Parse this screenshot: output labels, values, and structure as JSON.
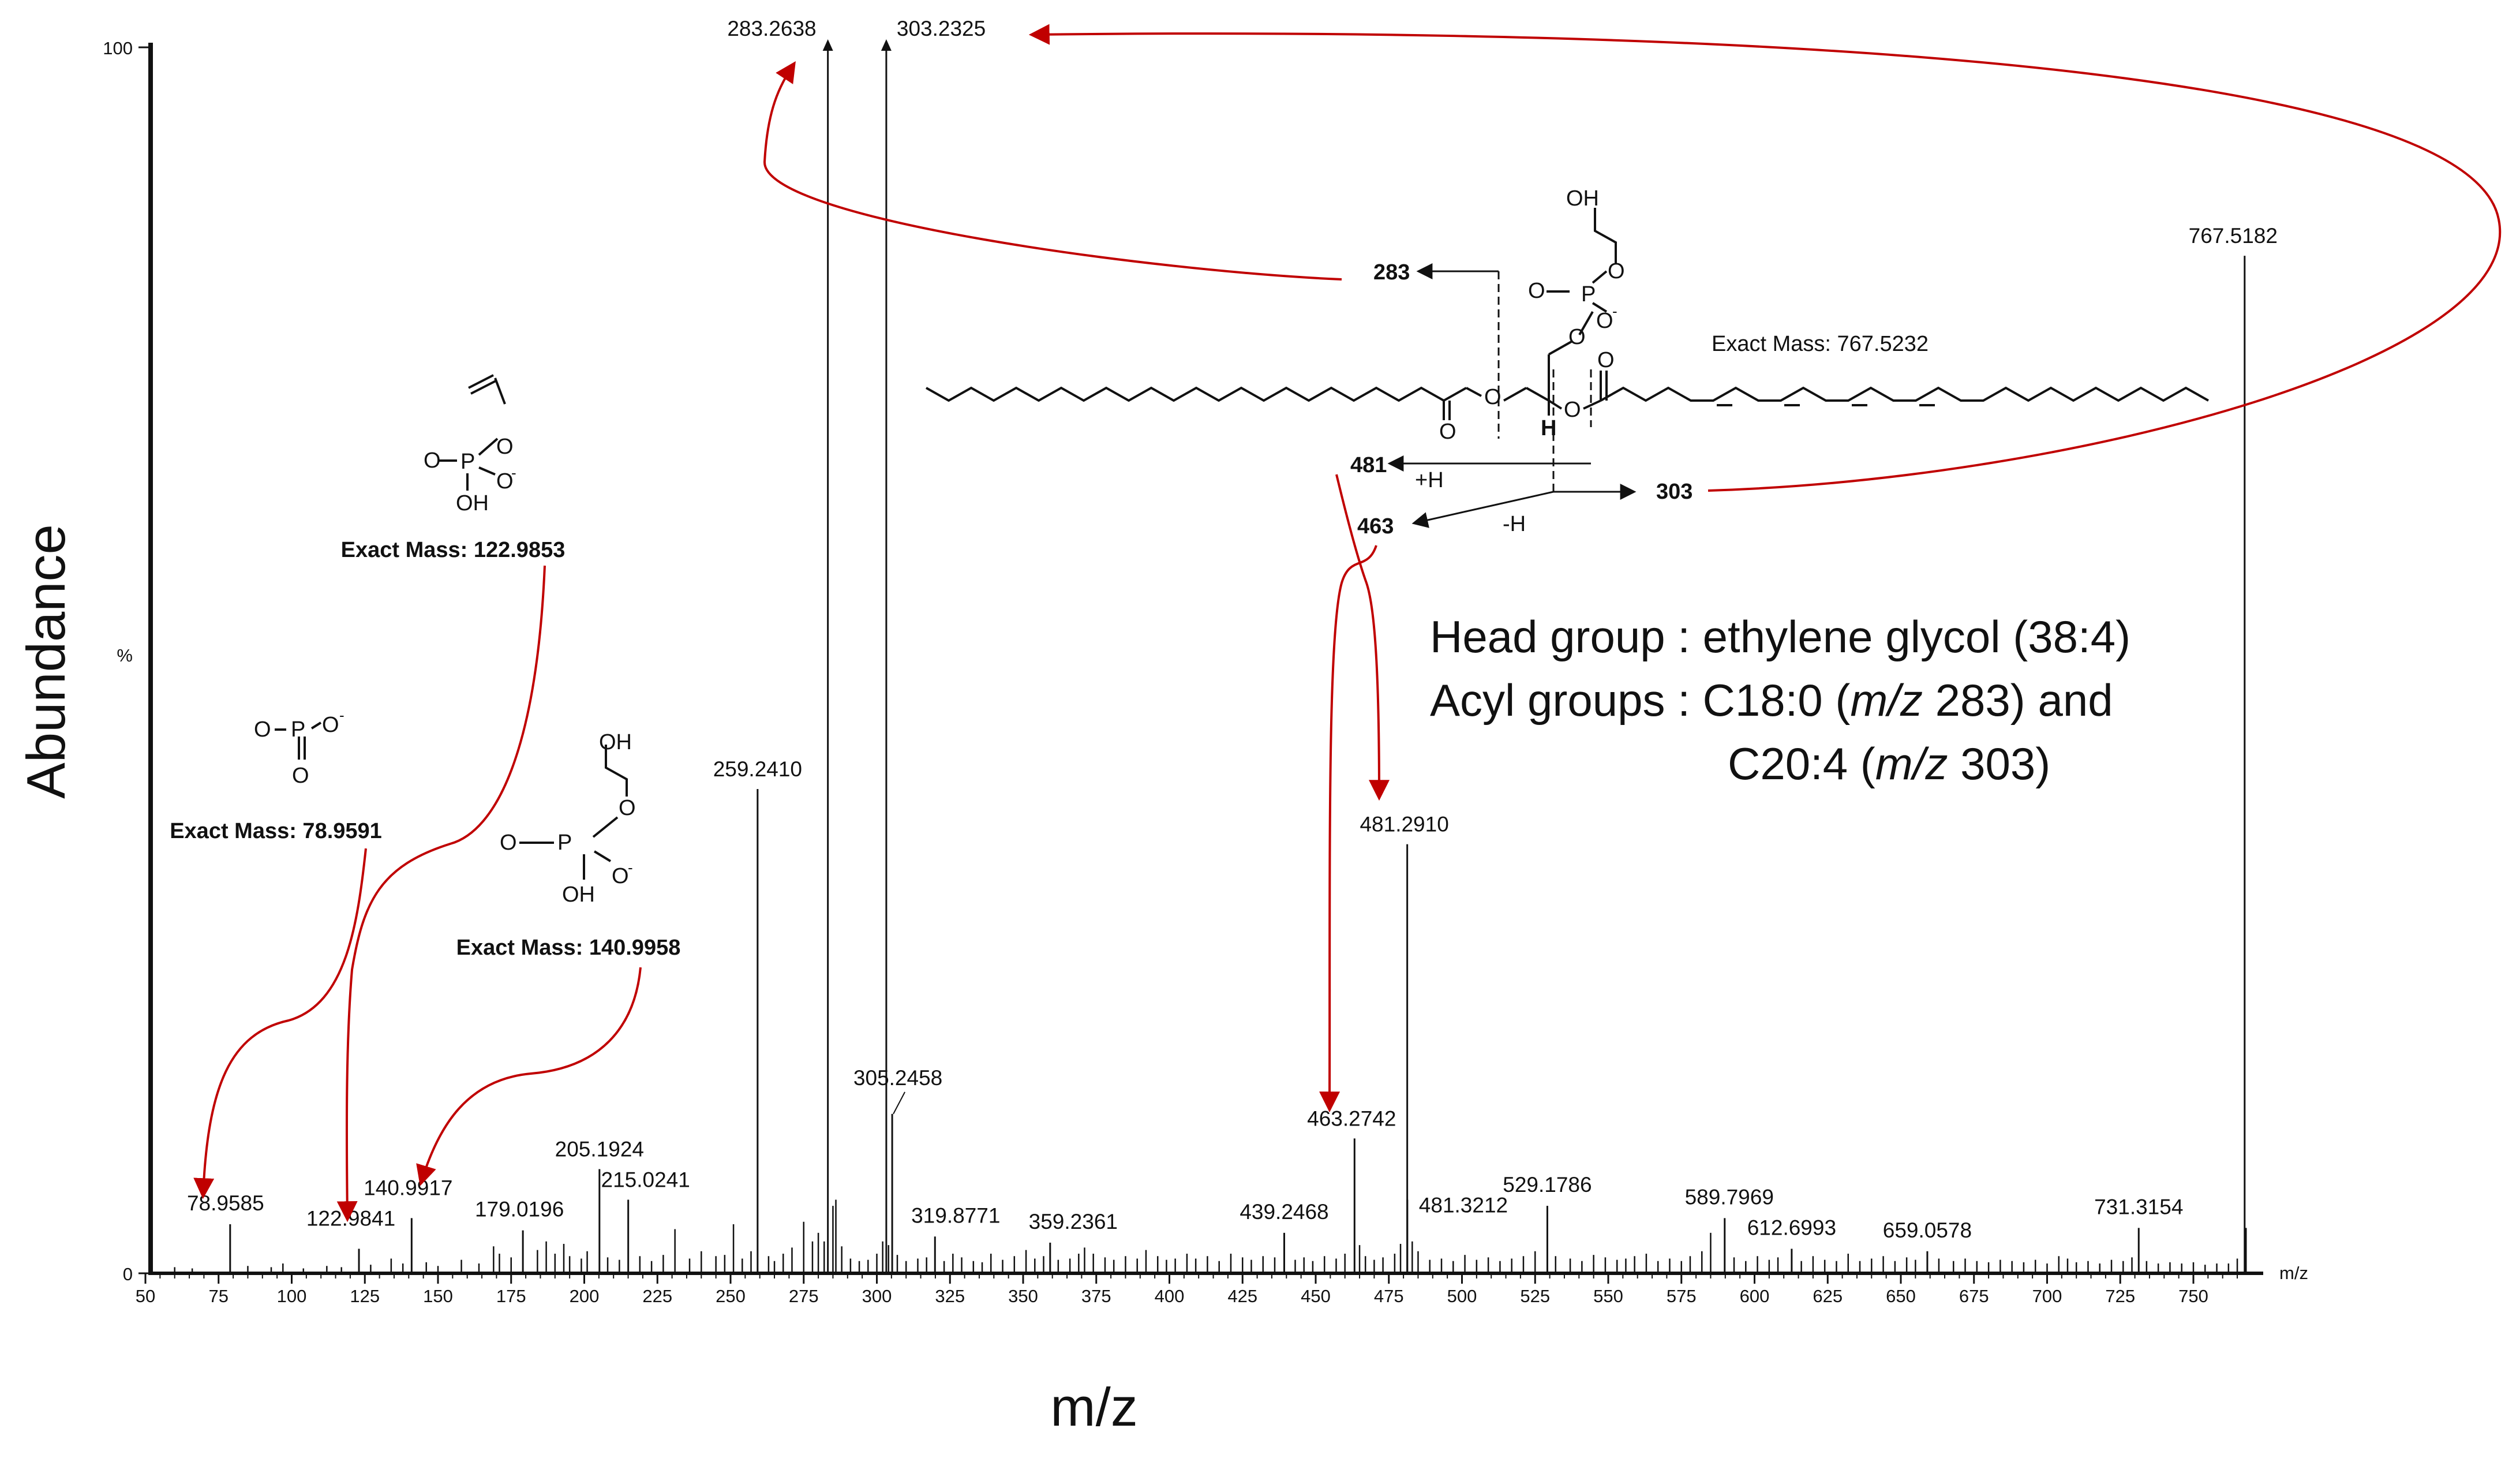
{
  "chart_data": {
    "type": "bar",
    "xlabel": "m/z",
    "ylabel": "Abundance",
    "y_axis_unit": "%",
    "x_axis_unit_label": "m/z",
    "xlim": [
      50,
      770
    ],
    "ylim": [
      0,
      100
    ],
    "x_ticks": [
      "50",
      "75",
      "100",
      "125",
      "150",
      "175",
      "200",
      "225",
      "250",
      "275",
      "300",
      "325",
      "350",
      "375",
      "400",
      "425",
      "450",
      "475",
      "500",
      "525",
      "550",
      "575",
      "600",
      "625",
      "650",
      "675",
      "700",
      "725",
      "750"
    ],
    "y_ticks": [
      "0",
      "100"
    ],
    "labeled_peaks": [
      {
        "mz": 78.9585,
        "label": "78.9585",
        "abundance": 4
      },
      {
        "mz": 122.9841,
        "label": "122.9841",
        "abundance": 2
      },
      {
        "mz": 140.9917,
        "label": "140.9917",
        "abundance": 4.5
      },
      {
        "mz": 179.0196,
        "label": "179.0196",
        "abundance": 3.5
      },
      {
        "mz": 205.1924,
        "label": "205.1924",
        "abundance": 8.5
      },
      {
        "mz": 215.0241,
        "label": "215.0241",
        "abundance": 6
      },
      {
        "mz": 259.241,
        "label": "259.2410",
        "abundance": 39.5
      },
      {
        "mz": 283.2638,
        "label": "283.2638",
        "abundance": 100
      },
      {
        "mz": 303.2325,
        "label": "303.2325",
        "abundance": 100
      },
      {
        "mz": 305.2458,
        "label": "305.2458",
        "abundance": 13
      },
      {
        "mz": 319.8771,
        "label": "319.8771",
        "abundance": 3
      },
      {
        "mz": 359.2361,
        "label": "359.2361",
        "abundance": 2.5
      },
      {
        "mz": 439.2468,
        "label": "439.2468",
        "abundance": 3.3
      },
      {
        "mz": 463.2742,
        "label": "463.2742",
        "abundance": 11
      },
      {
        "mz": 481.291,
        "label": "481.2910",
        "abundance": 35
      },
      {
        "mz": 481.3212,
        "label": "481.3212",
        "abundance": 6
      },
      {
        "mz": 529.1786,
        "label": "529.1786",
        "abundance": 5.5
      },
      {
        "mz": 589.7969,
        "label": "589.7969",
        "abundance": 4.5
      },
      {
        "mz": 612.6993,
        "label": "612.6993",
        "abundance": 2
      },
      {
        "mz": 659.0578,
        "label": "659.0578",
        "abundance": 1.8
      },
      {
        "mz": 731.3154,
        "label": "731.3154",
        "abundance": 3.7
      },
      {
        "mz": 767.5182,
        "label": "767.5182",
        "abundance": 83
      }
    ],
    "minor_peaks": [
      [
        60,
        0.5
      ],
      [
        66,
        0.4
      ],
      [
        85,
        0.6
      ],
      [
        93,
        0.5
      ],
      [
        97,
        0.8
      ],
      [
        104,
        0.4
      ],
      [
        112,
        0.6
      ],
      [
        117,
        0.5
      ],
      [
        127,
        0.7
      ],
      [
        134,
        1.2
      ],
      [
        138,
        0.8
      ],
      [
        146,
        0.9
      ],
      [
        150,
        0.6
      ],
      [
        158,
        1.1
      ],
      [
        164,
        0.8
      ],
      [
        169,
        2.2
      ],
      [
        171,
        1.6
      ],
      [
        175,
        1.3
      ],
      [
        184,
        1.9
      ],
      [
        187,
        2.6
      ],
      [
        190,
        1.6
      ],
      [
        193,
        2.4
      ],
      [
        195,
        1.4
      ],
      [
        199,
        1.2
      ],
      [
        201,
        1.8
      ],
      [
        208,
        1.3
      ],
      [
        212,
        1.1
      ],
      [
        219,
        1.4
      ],
      [
        223,
        1.0
      ],
      [
        227,
        1.5
      ],
      [
        231,
        3.6
      ],
      [
        236,
        1.2
      ],
      [
        240,
        1.8
      ],
      [
        245,
        1.4
      ],
      [
        248,
        1.5
      ],
      [
        251,
        4.0
      ],
      [
        254,
        1.2
      ],
      [
        257,
        1.8
      ],
      [
        263,
        1.4
      ],
      [
        265,
        1.0
      ],
      [
        268,
        1.6
      ],
      [
        271,
        2.1
      ],
      [
        275,
        4.2
      ],
      [
        278,
        2.6
      ],
      [
        280,
        3.3
      ],
      [
        282,
        2.6
      ],
      [
        285,
        5.5
      ],
      [
        286,
        6.0
      ],
      [
        288,
        2.2
      ],
      [
        291,
        1.2
      ],
      [
        294,
        1.0
      ],
      [
        297,
        1.1
      ],
      [
        300,
        1.6
      ],
      [
        302,
        2.6
      ],
      [
        304,
        2.3
      ],
      [
        307,
        1.5
      ],
      [
        310,
        1.0
      ],
      [
        314,
        1.2
      ],
      [
        317,
        1.3
      ],
      [
        323,
        1.0
      ],
      [
        326,
        1.6
      ],
      [
        329,
        1.3
      ],
      [
        333,
        1.0
      ],
      [
        336,
        0.9
      ],
      [
        339,
        1.6
      ],
      [
        343,
        1.1
      ],
      [
        347,
        1.4
      ],
      [
        351,
        1.9
      ],
      [
        354,
        1.2
      ],
      [
        357,
        1.4
      ],
      [
        362,
        1.1
      ],
      [
        366,
        1.2
      ],
      [
        369,
        1.6
      ],
      [
        371,
        2.1
      ],
      [
        374,
        1.6
      ],
      [
        378,
        1.3
      ],
      [
        381,
        1.1
      ],
      [
        385,
        1.4
      ],
      [
        389,
        1.2
      ],
      [
        392,
        1.9
      ],
      [
        396,
        1.4
      ],
      [
        399,
        1.1
      ],
      [
        402,
        1.2
      ],
      [
        406,
        1.6
      ],
      [
        409,
        1.2
      ],
      [
        413,
        1.4
      ],
      [
        417,
        1.0
      ],
      [
        421,
        1.6
      ],
      [
        425,
        1.3
      ],
      [
        428,
        1.1
      ],
      [
        432,
        1.4
      ],
      [
        436,
        1.3
      ],
      [
        443,
        1.1
      ],
      [
        446,
        1.3
      ],
      [
        449,
        1.0
      ],
      [
        453,
        1.4
      ],
      [
        457,
        1.2
      ],
      [
        460,
        1.6
      ],
      [
        465,
        2.3
      ],
      [
        467,
        1.4
      ],
      [
        470,
        1.1
      ],
      [
        473,
        1.3
      ],
      [
        477,
        1.6
      ],
      [
        479,
        2.4
      ],
      [
        483,
        2.6
      ],
      [
        485,
        1.8
      ],
      [
        489,
        1.1
      ],
      [
        493,
        1.2
      ],
      [
        497,
        1.0
      ],
      [
        501,
        1.5
      ],
      [
        505,
        1.1
      ],
      [
        509,
        1.3
      ],
      [
        513,
        1.0
      ],
      [
        517,
        1.2
      ],
      [
        521,
        1.4
      ],
      [
        525,
        1.8
      ],
      [
        532,
        1.4
      ],
      [
        537,
        1.2
      ],
      [
        541,
        1.0
      ],
      [
        545,
        1.5
      ],
      [
        549,
        1.3
      ],
      [
        553,
        1.1
      ],
      [
        556,
        1.2
      ],
      [
        559,
        1.4
      ],
      [
        563,
        1.6
      ],
      [
        567,
        1.0
      ],
      [
        571,
        1.2
      ],
      [
        575,
        1.0
      ],
      [
        578,
        1.4
      ],
      [
        582,
        1.8
      ],
      [
        585,
        3.3
      ],
      [
        593,
        1.3
      ],
      [
        597,
        1.0
      ],
      [
        601,
        1.4
      ],
      [
        605,
        1.1
      ],
      [
        608,
        1.3
      ],
      [
        616,
        1.0
      ],
      [
        620,
        1.4
      ],
      [
        624,
        1.1
      ],
      [
        628,
        1.0
      ],
      [
        632,
        1.6
      ],
      [
        636,
        1.0
      ],
      [
        640,
        1.2
      ],
      [
        644,
        1.4
      ],
      [
        648,
        1.0
      ],
      [
        652,
        1.3
      ],
      [
        655,
        1.1
      ],
      [
        663,
        1.2
      ],
      [
        668,
        1.0
      ],
      [
        672,
        1.2
      ],
      [
        676,
        1.0
      ],
      [
        680,
        0.9
      ],
      [
        684,
        1.1
      ],
      [
        688,
        1.0
      ],
      [
        692,
        0.9
      ],
      [
        696,
        1.1
      ],
      [
        700,
        0.8
      ],
      [
        704,
        1.4
      ],
      [
        707,
        1.2
      ],
      [
        710,
        0.9
      ],
      [
        714,
        1.0
      ],
      [
        718,
        0.8
      ],
      [
        722,
        1.1
      ],
      [
        726,
        1.0
      ],
      [
        729,
        1.3
      ],
      [
        734,
        1.0
      ],
      [
        738,
        0.8
      ],
      [
        742,
        0.9
      ],
      [
        746,
        0.8
      ],
      [
        750,
        0.9
      ],
      [
        754,
        0.7
      ],
      [
        758,
        0.8
      ],
      [
        762,
        0.8
      ],
      [
        765,
        1.2
      ],
      [
        768,
        3.7
      ]
    ],
    "fragment_labels": {
      "l283": "283",
      "l481": "481",
      "l463": "463",
      "l303": "303",
      "plus_h": "+H",
      "minus_h": "-H"
    },
    "structure_labels": {
      "parent_exact_mass": "Exact Mass: 767.5232",
      "frag1_exact_mass": "Exact Mass: 122.9853",
      "frag2_exact_mass": "Exact Mass: 78.9591",
      "frag3_exact_mass": "Exact Mass: 140.9958"
    },
    "annotation": {
      "line1": "Head group : ethylene glycol (38:4)",
      "line2_prefix": "Acyl groups : C18:0 (",
      "mz_italic": "m/z",
      "line2_suffix": " 283) and",
      "line3_prefix": "C20:4 (",
      "line3_suffix": " 303)"
    },
    "colors": {
      "arrow": "#c00000",
      "trace": "#111111"
    }
  }
}
